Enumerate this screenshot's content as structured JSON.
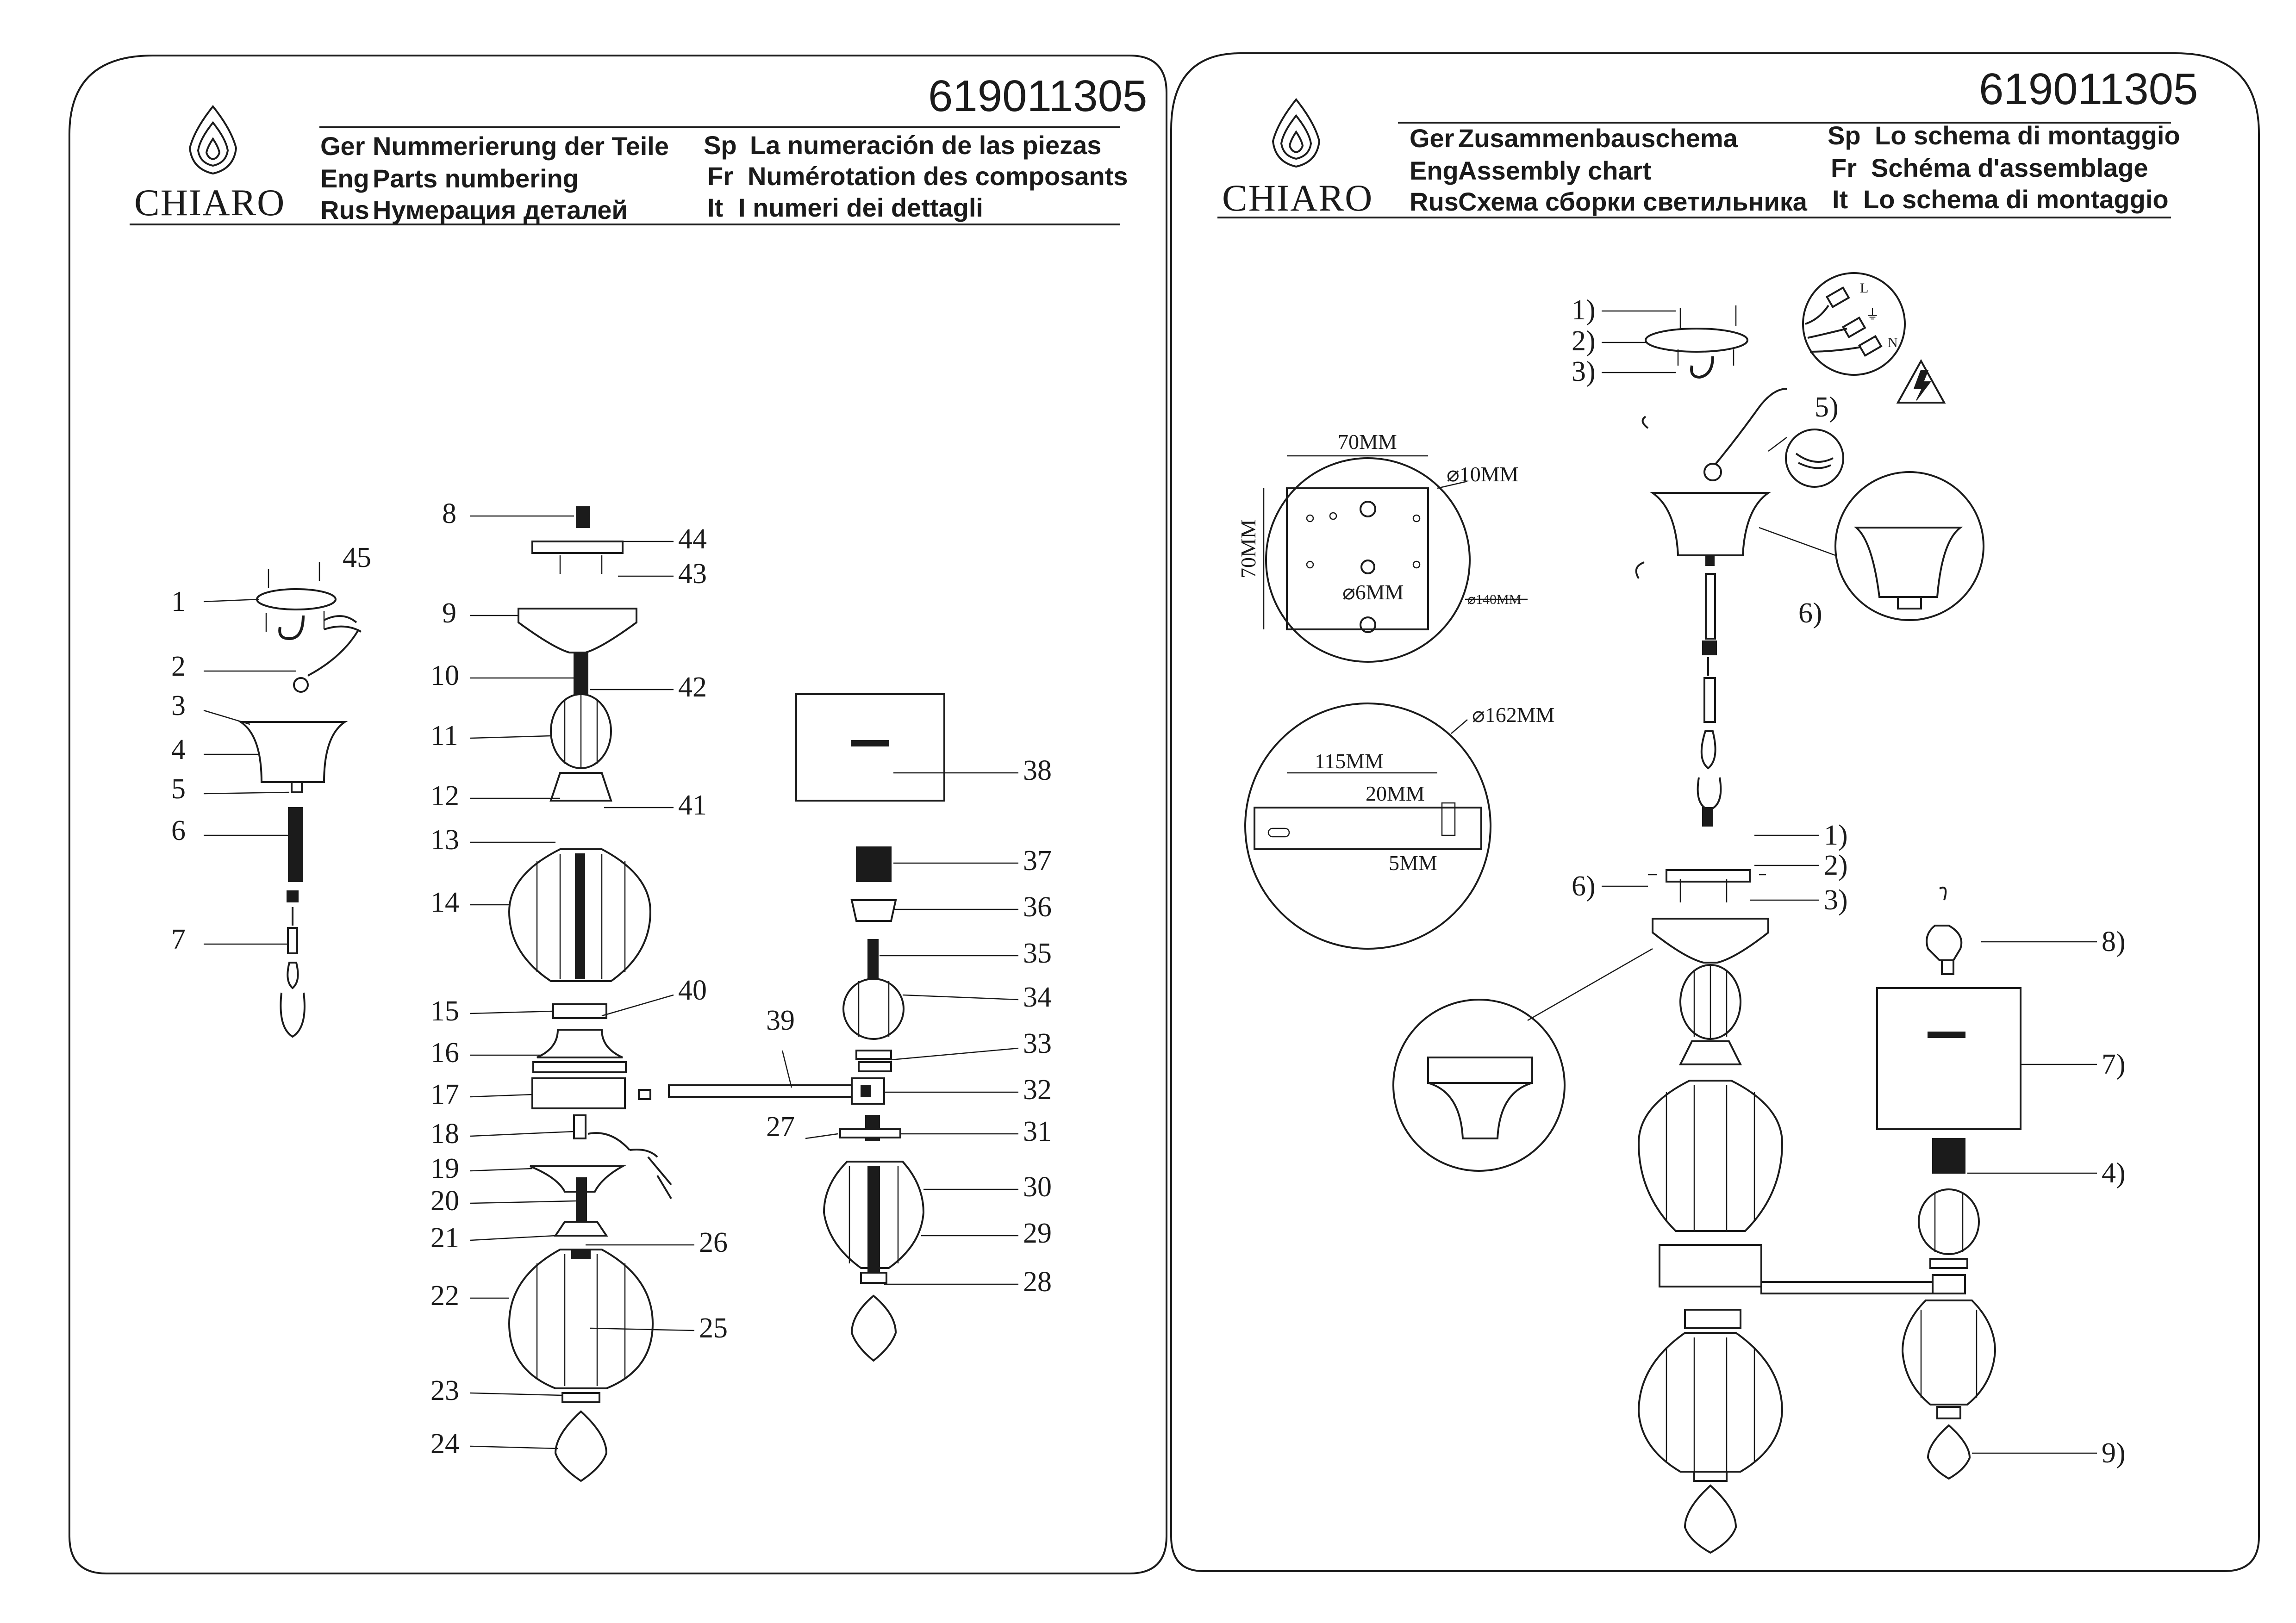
{
  "model_number": "619011305",
  "brand": "CHIARO",
  "left_page": {
    "header": [
      {
        "lang": "Ger",
        "text": "Nummerierung der Teile"
      },
      {
        "lang": "Eng",
        "text": "Parts numbering"
      },
      {
        "lang": "Rus",
        "text": "Нумерация деталей"
      },
      {
        "lang": "Sp",
        "text": "La numeración de las piezas"
      },
      {
        "lang": "Fr",
        "text": "Numérotation des composants"
      },
      {
        "lang": "It",
        "text": "I numeri dei dettagli"
      }
    ],
    "part_numbers": [
      "1",
      "2",
      "3",
      "4",
      "5",
      "6",
      "7",
      "8",
      "9",
      "10",
      "11",
      "12",
      "13",
      "14",
      "15",
      "16",
      "17",
      "18",
      "19",
      "20",
      "21",
      "22",
      "23",
      "24",
      "25",
      "26",
      "27",
      "28",
      "29",
      "30",
      "31",
      "32",
      "33",
      "34",
      "35",
      "36",
      "37",
      "38",
      "39",
      "40",
      "41",
      "42",
      "43",
      "44",
      "45"
    ]
  },
  "right_page": {
    "header": [
      {
        "lang": "Ger",
        "text": "Zusammenbauschema"
      },
      {
        "lang": "Eng",
        "text": "Assembly chart"
      },
      {
        "lang": "Rus",
        "text": "Схема сборки светильника"
      },
      {
        "lang": "Sp",
        "text": "Lo schema di montaggio"
      },
      {
        "lang": "Fr",
        "text": "Schéma d'assemblage"
      },
      {
        "lang": "It",
        "text": "Lo schema di montaggio"
      }
    ],
    "dimensions": {
      "plate_width": "70MM",
      "plate_height": "70MM",
      "hole_large": "⌀10MM",
      "hole_small": "⌀6MM",
      "plate_diameter": "⌀140MM",
      "bar_diameter": "⌀162MM",
      "bar_length": "115MM",
      "bar_offset": "20MM",
      "bar_width": "5MM"
    },
    "wire_labels": {
      "live": "L",
      "earth": "⏚",
      "neutral": "N"
    },
    "steps_top": [
      "1)",
      "2)",
      "3)",
      "5)",
      "6)"
    ],
    "steps_bottom": [
      "1)",
      "2)",
      "3)",
      "6)",
      "8)",
      "7)",
      "4)",
      "9)"
    ]
  }
}
